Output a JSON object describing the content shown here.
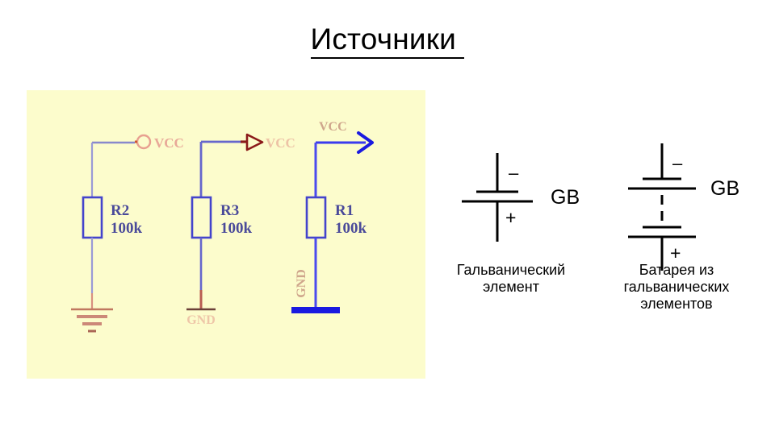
{
  "slide": {
    "title": "Источники ",
    "background_color": "#ffffff"
  },
  "schematic_panel": {
    "background_color": "#fcfccc",
    "circuits": [
      {
        "id": "circuit-open-terminal",
        "supply_symbol": "open-circle-terminal",
        "supply_label": "VCC",
        "supply_label_color": "#e8a898",
        "wire_color": "#8888cc",
        "resistor": {
          "designator": "R2",
          "value": "100k",
          "color": "#4444cc"
        },
        "ground_symbol": "earth-ground",
        "ground_label": "",
        "ground_color": "#c08878"
      },
      {
        "id": "circuit-arrow-terminal",
        "supply_symbol": "filled-arrow-terminal",
        "supply_label": "VCC",
        "supply_label_color": "#e8c0a0",
        "wire_color": "#6666cc",
        "resistor": {
          "designator": "R3",
          "value": "100k",
          "color": "#4444cc"
        },
        "ground_symbol": "gnd-bar",
        "ground_label": "GND",
        "ground_color": "#e8c0a0"
      },
      {
        "id": "circuit-blue-arrow",
        "supply_symbol": "blue-arrow-terminal",
        "supply_label": "VCC",
        "supply_label_color": "#c8a088",
        "wire_color": "#4444ee",
        "resistor": {
          "designator": "R1",
          "value": "100k",
          "color": "#4444cc"
        },
        "ground_symbol": "thick-blue-bar",
        "ground_label": "GND",
        "ground_color": "#c8a088"
      }
    ]
  },
  "sources": {
    "items": [
      {
        "id": "galvanic-cell",
        "designator": "GB",
        "negative_sign": "–",
        "positive_sign": "+",
        "caption_line_1": "Гальванический",
        "caption_line_2": "элемент",
        "symbol_color": "#000000"
      },
      {
        "id": "galvanic-battery",
        "designator": "GB",
        "negative_sign": "–",
        "positive_sign": "+",
        "caption_line_1": "Батарея из",
        "caption_line_2": "гальванических",
        "caption_line_3": "элементов",
        "symbol_color": "#000000"
      }
    ]
  }
}
